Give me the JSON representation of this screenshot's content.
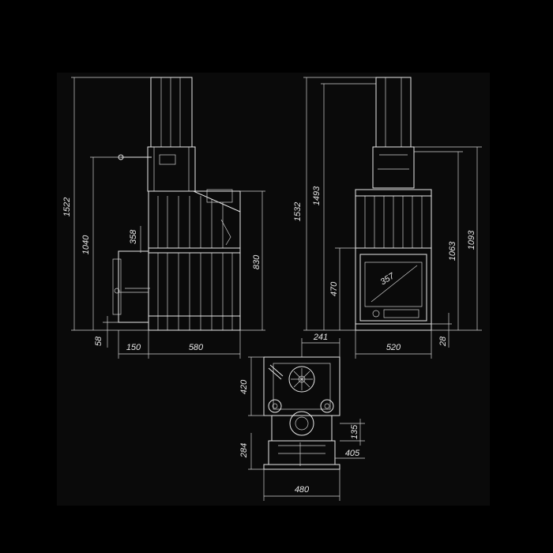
{
  "colors": {
    "background": "#000000",
    "panel": "#0a0a0a",
    "line": "#e8e8e8"
  },
  "front_view": {
    "height_total": "1522",
    "height_tank_tap": "1040",
    "height_lower_body": "830",
    "height_firebox": "358",
    "base_offset": "58",
    "depth_left": "150",
    "depth_body": "580"
  },
  "side_view": {
    "height_total": "1532",
    "height_upper": "1493",
    "height_mid": "1063",
    "height_top_grid": "1093",
    "height_door": "470",
    "door_diagonal": "357",
    "width_body": "520",
    "base_right": "28",
    "chimney_offset": "241"
  },
  "top_view": {
    "depth_upper": "420",
    "depth_lower": "284",
    "pipe_dia": "135",
    "pipe_offset": "405",
    "width_total": "480"
  }
}
